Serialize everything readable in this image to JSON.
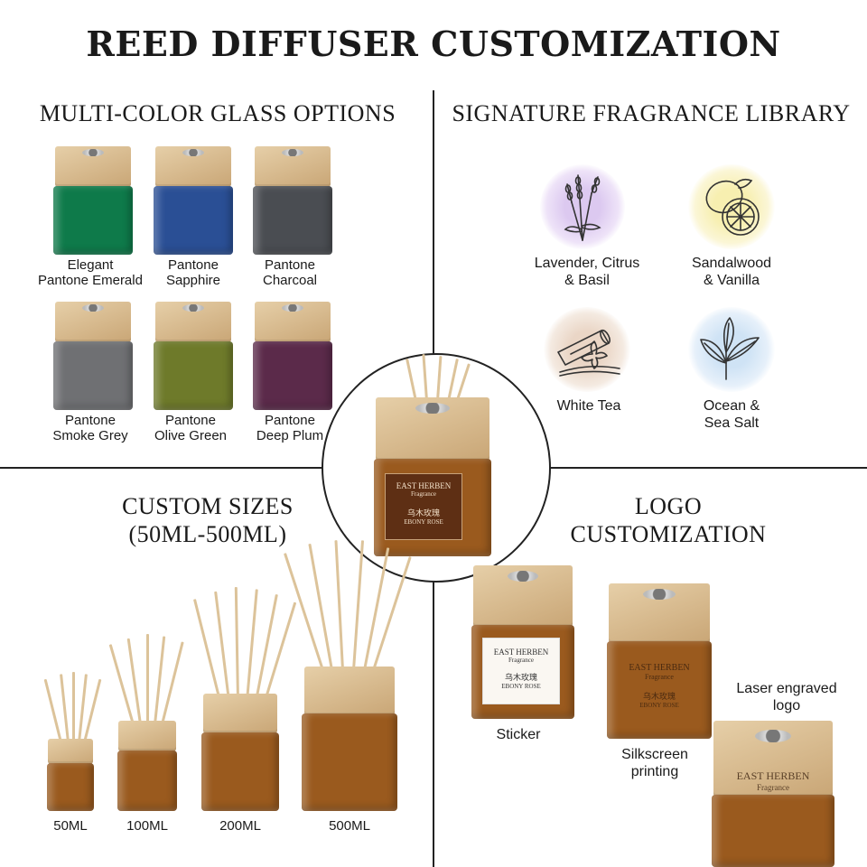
{
  "title": "REED DIFFUSER CUSTOMIZATION",
  "sections": {
    "glass": "MULTI-COLOR GLASS OPTIONS",
    "fragrance": "SIGNATURE FRAGRANCE LIBRARY",
    "sizes_line1": "CUSTOM SIZES",
    "sizes_line2": "(50ML-500ML)",
    "logo_line1": "LOGO",
    "logo_line2": "CUSTOMIZATION"
  },
  "colors": [
    {
      "l1": "Elegant",
      "l2": "Pantone Emerald",
      "hex": "#0e7a4a"
    },
    {
      "l1": "Pantone",
      "l2": "Sapphire",
      "hex": "#2a4f95"
    },
    {
      "l1": "Pantone",
      "l2": "Charcoal",
      "hex": "#4a4d52"
    },
    {
      "l1": "Pantone",
      "l2": "Smoke Grey",
      "hex": "#6f7073"
    },
    {
      "l1": "Pantone",
      "l2": "Olive Green",
      "hex": "#6e7a2a"
    },
    {
      "l1": "Pantone",
      "l2": "Deep Plum",
      "hex": "#5b2a4a"
    }
  ],
  "fragrances": [
    {
      "l1": "Lavender, Citrus",
      "l2": "& Basil",
      "icon": "lavender-icon",
      "glow": "#dcc9f0"
    },
    {
      "l1": "Sandalwood",
      "l2": "& Vanilla",
      "icon": "lemon-icon",
      "glow": "#f7efb0"
    },
    {
      "l1": "White Tea",
      "l2": "",
      "icon": "vanilla-wood-icon",
      "glow": "#ead6c6"
    },
    {
      "l1": "Ocean &",
      "l2": "Sea Salt",
      "icon": "tea-leaf-icon",
      "glow": "#cfe3f5"
    }
  ],
  "center_bottle": {
    "brand": "EAST HERBEN",
    "sub": "Fragrance",
    "cn": "乌木玫瑰",
    "name": "EBONY ROSE"
  },
  "sizes": [
    "50ML",
    "100ML",
    "200ML",
    "500ML"
  ],
  "logo": {
    "sticker": "Sticker",
    "silk1": "Silkscreen",
    "silk2": "printing",
    "laser1": "Laser engraved",
    "laser2": "logo",
    "brand": "EAST HERBEN",
    "sub": "Fragrance",
    "cn": "乌木玫瑰",
    "name": "EBONY ROSE"
  },
  "amber": "#9a5a1e"
}
